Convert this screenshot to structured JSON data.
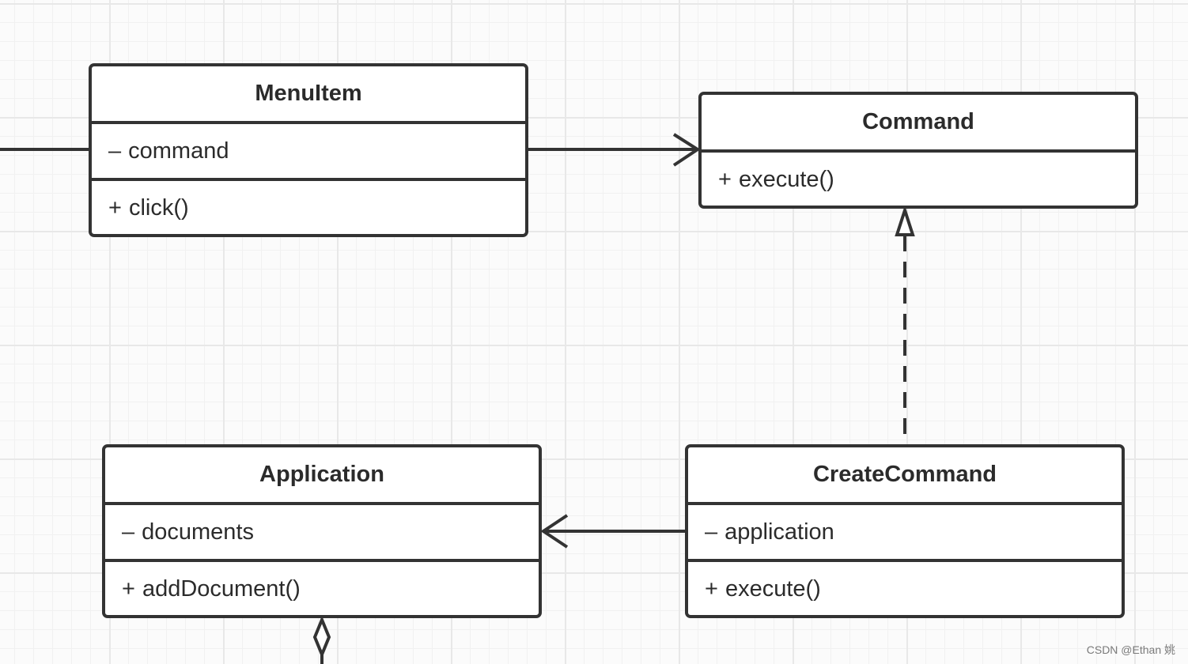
{
  "diagram": {
    "classes": [
      {
        "id": "menuitem",
        "name": "MenuItem",
        "attribute": {
          "visibility": "–",
          "text": "command"
        },
        "method": {
          "visibility": "+",
          "text": "click()"
        }
      },
      {
        "id": "command",
        "name": "Command",
        "method": {
          "visibility": "+",
          "text": "execute()"
        }
      },
      {
        "id": "application",
        "name": "Application",
        "attribute": {
          "visibility": "–",
          "text": "documents"
        },
        "method": {
          "visibility": "+",
          "text": "addDocument()"
        }
      },
      {
        "id": "createcommand",
        "name": "CreateCommand",
        "attribute": {
          "visibility": "–",
          "text": "application"
        },
        "method": {
          "visibility": "+",
          "text": "execute()"
        }
      }
    ],
    "relations": [
      {
        "from": "MenuItem",
        "to": "Command",
        "type": "association"
      },
      {
        "from": "CreateCommand",
        "to": "Command",
        "type": "realization"
      },
      {
        "from": "CreateCommand",
        "to": "Application",
        "type": "association"
      },
      {
        "from": "Application",
        "to": "",
        "type": "aggregation"
      }
    ],
    "colors": {
      "line": "#333333",
      "box_fill": "#ffffff",
      "grid": "#e8e8e8"
    }
  },
  "watermark": "CSDN @Ethan 姚"
}
